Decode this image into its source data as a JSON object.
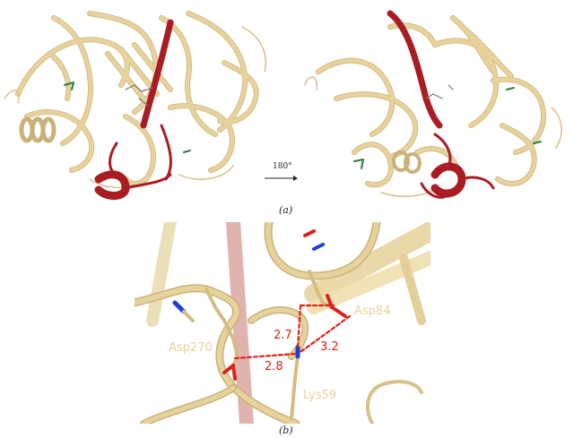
{
  "figure": {
    "panel_a": {
      "caption": "(a)",
      "rotation_label": "180°"
    },
    "panel_b": {
      "caption": "(b)",
      "residues": {
        "asp84": "Asp84",
        "asp270": "Asp270",
        "lys59": "Lys59"
      },
      "distances": {
        "d1": "2.7",
        "d2": "3.2",
        "d3": "2.8"
      }
    },
    "colors": {
      "ribbon": "#e8d29b",
      "ribbon_edge": "#c9b27a",
      "highlight": "#a81c22",
      "loop_green": "#2e7d32",
      "hbond": "#e0201a",
      "nitrogen": "#1f3fd6",
      "oxygen": "#e0201a"
    }
  }
}
